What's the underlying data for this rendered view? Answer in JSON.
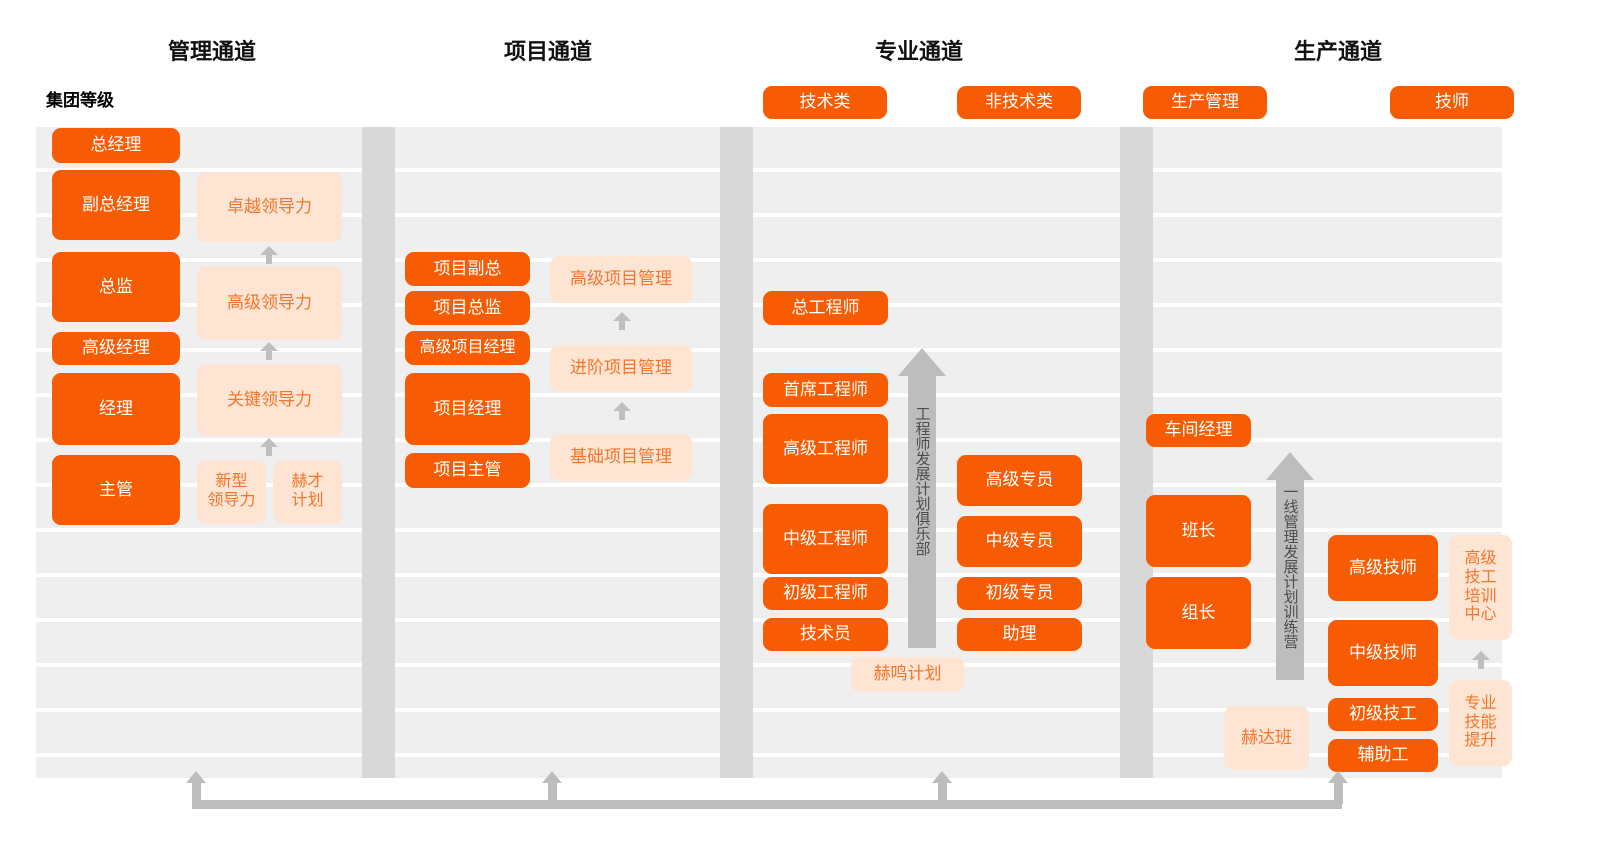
{
  "page": {
    "grade_caption": "集团等级",
    "colors": {
      "solid_bg": "#f75c05",
      "solid_text": "#ffffff",
      "soft_bg": "#fde4d3",
      "soft_text": "#f4762a",
      "band": "#efefef",
      "divider": "#d8d8d8",
      "arrow": "#bdbdbd",
      "title_text": "#111111"
    }
  },
  "channels": [
    {
      "id": "management",
      "label": "管理通道"
    },
    {
      "id": "project",
      "label": "项目通道"
    },
    {
      "id": "professional",
      "label": "专业通道"
    },
    {
      "id": "production",
      "label": "生产通道"
    }
  ],
  "sub_channels": [
    {
      "id": "technical",
      "label": "技术类"
    },
    {
      "id": "non-technical",
      "label": "非技术类"
    },
    {
      "id": "production-mgmt",
      "label": "生产管理"
    },
    {
      "id": "technician",
      "label": "技师"
    }
  ],
  "management_positions": [
    {
      "label": "总经理"
    },
    {
      "label": "副总经理"
    },
    {
      "label": "总监"
    },
    {
      "label": "高级经理"
    },
    {
      "label": "经理"
    },
    {
      "label": "主管"
    }
  ],
  "management_programs": [
    {
      "label": "卓越领导力"
    },
    {
      "label": "高级领导力"
    },
    {
      "label": "关键领导力"
    },
    {
      "label": "新型\n领导力"
    },
    {
      "label": "赫才\n计划"
    }
  ],
  "project_positions": [
    {
      "label": "项目副总"
    },
    {
      "label": "项目总监"
    },
    {
      "label": "高级项目经理"
    },
    {
      "label": "项目经理"
    },
    {
      "label": "项目主管"
    }
  ],
  "project_programs": [
    {
      "label": "高级项目管理"
    },
    {
      "label": "进阶项目管理"
    },
    {
      "label": "基础项目管理"
    }
  ],
  "technical_positions": [
    {
      "label": "总工程师"
    },
    {
      "label": "首席工程师"
    },
    {
      "label": "高级工程师"
    },
    {
      "label": "中级工程师"
    },
    {
      "label": "初级工程师"
    },
    {
      "label": "技术员"
    }
  ],
  "technical_programs": [
    {
      "label": "赫鸣计划"
    }
  ],
  "non_technical_positions": [
    {
      "label": "高级专员"
    },
    {
      "label": "中级专员"
    },
    {
      "label": "初级专员"
    },
    {
      "label": "助理"
    }
  ],
  "production_mgmt_positions": [
    {
      "label": "车间经理"
    },
    {
      "label": "班长"
    },
    {
      "label": "组长"
    }
  ],
  "production_mgmt_programs": [
    {
      "label": "赫达班"
    }
  ],
  "technician_positions": [
    {
      "label": "高级技师"
    },
    {
      "label": "中级技师"
    },
    {
      "label": "初级技工"
    },
    {
      "label": "辅助工"
    }
  ],
  "technician_programs": [
    {
      "label": "高级\n技工\n培训\n中心"
    },
    {
      "label": "专业\n技能\n提升"
    }
  ],
  "vertical_arrows": [
    {
      "id": "engineer-club",
      "label": "工程师发展计划俱乐部"
    },
    {
      "id": "frontline-camp",
      "label": "一线管理发展计划训练营"
    }
  ]
}
